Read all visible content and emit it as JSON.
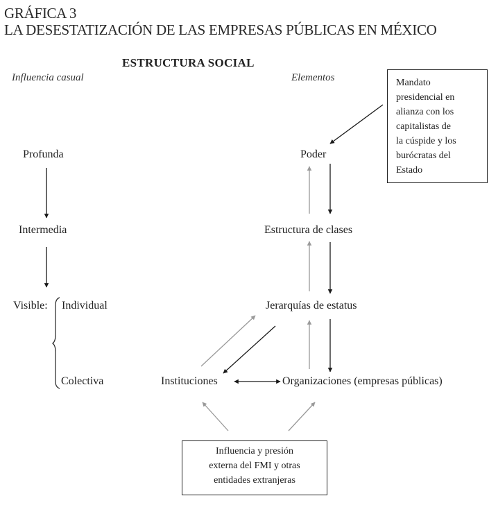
{
  "header": {
    "figure_label": "GRÁFICA 3",
    "title": "LA DESESTATIZACIÓN DE LAS EMPRESAS PÚBLICAS EN MÉXICO"
  },
  "diagram": {
    "heading": "ESTRUCTURA SOCIAL",
    "left_column_title": "Influencia casual",
    "right_column_title": "Elementos",
    "influence_levels": {
      "deep": "Profunda",
      "intermediate": "Intermedia",
      "visible": "Visible:",
      "individual": "Individual",
      "collective": "Colectiva"
    },
    "elements": {
      "power": "Poder",
      "class_structure": "Estructura de clases",
      "status_hierarchies": "Jerarquías de estatus",
      "institutions": "Instituciones",
      "organizations": "Organizaciones (empresas públicas)"
    },
    "top_box": {
      "lines": [
        "Mandato",
        "presidencial en",
        "alianza con los",
        "capitalistas de",
        "la cúspide y los",
        "burócratas del",
        "Estado"
      ]
    },
    "bottom_box": {
      "lines": [
        "Influencia y presión",
        "externa del FMI y otras",
        "entidades extranjeras"
      ]
    },
    "colors": {
      "dark_arrow": "#1a1a1a",
      "gray_arrow": "#999999"
    }
  }
}
